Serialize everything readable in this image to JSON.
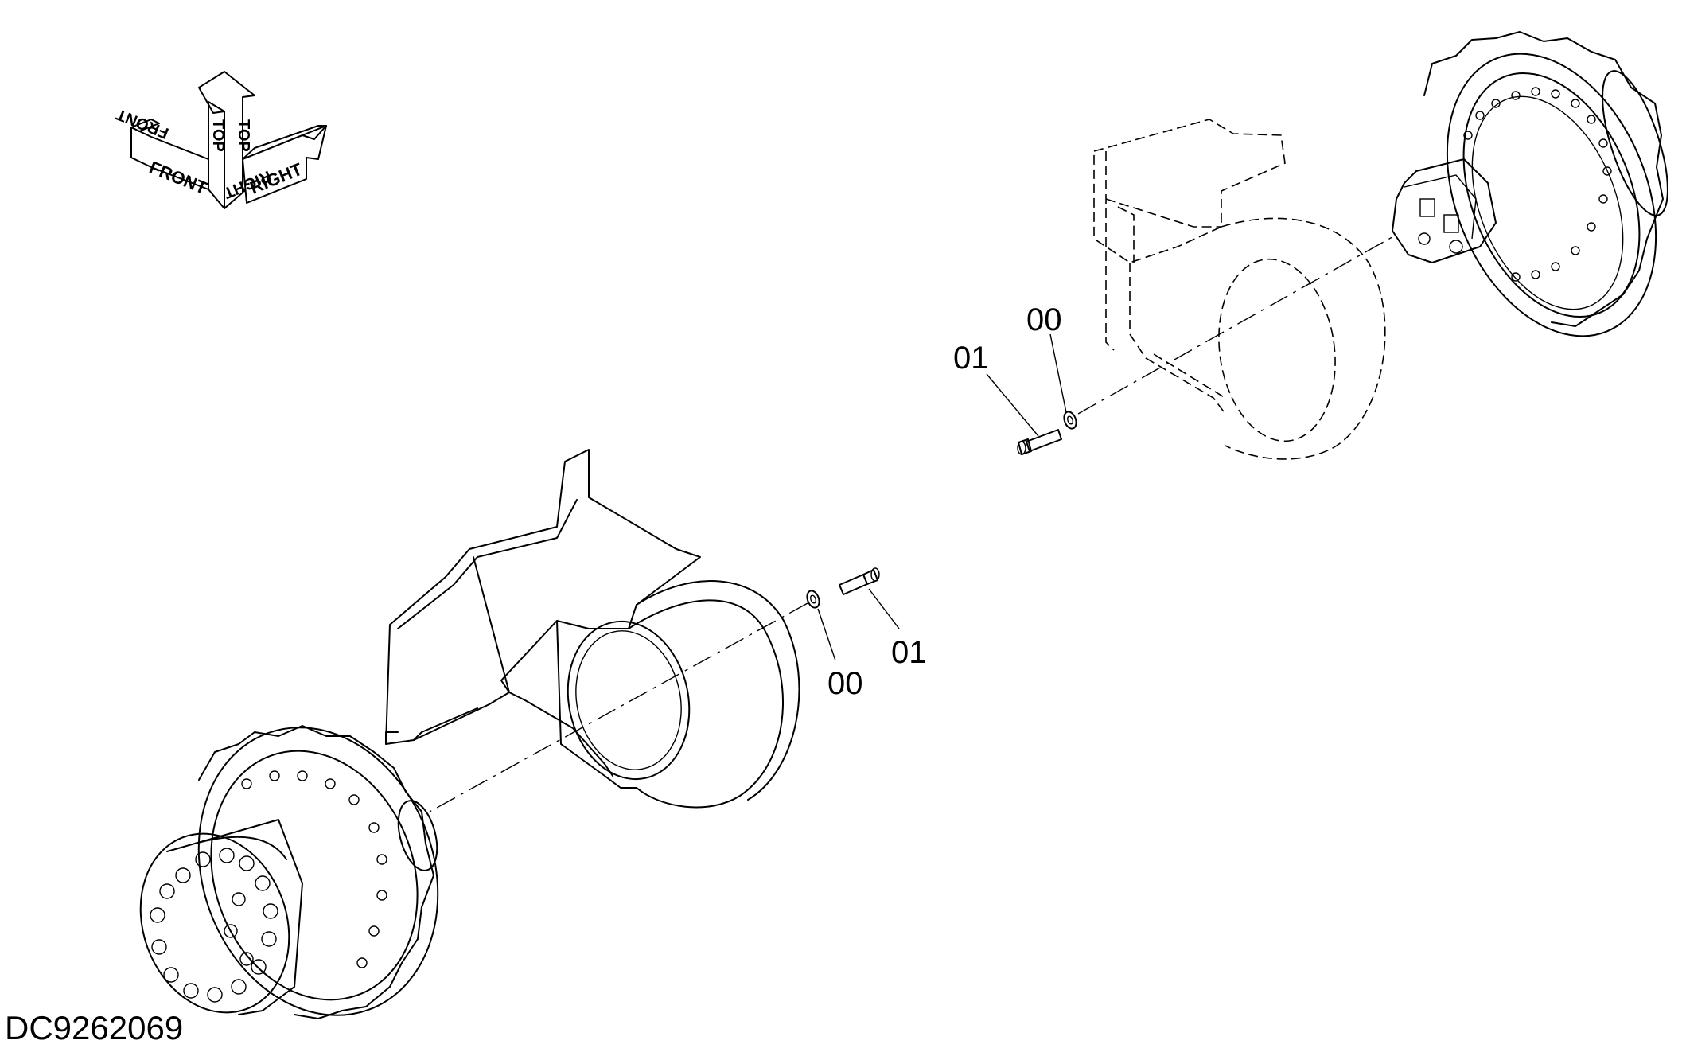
{
  "drawing_id": "DC9262069",
  "orientation_labels": {
    "front": "FRONT",
    "top": "TOP",
    "right": "RIGHT"
  },
  "callouts": [
    {
      "number": "00"
    },
    {
      "number": "01"
    },
    {
      "number": "00"
    },
    {
      "number": "01"
    }
  ]
}
